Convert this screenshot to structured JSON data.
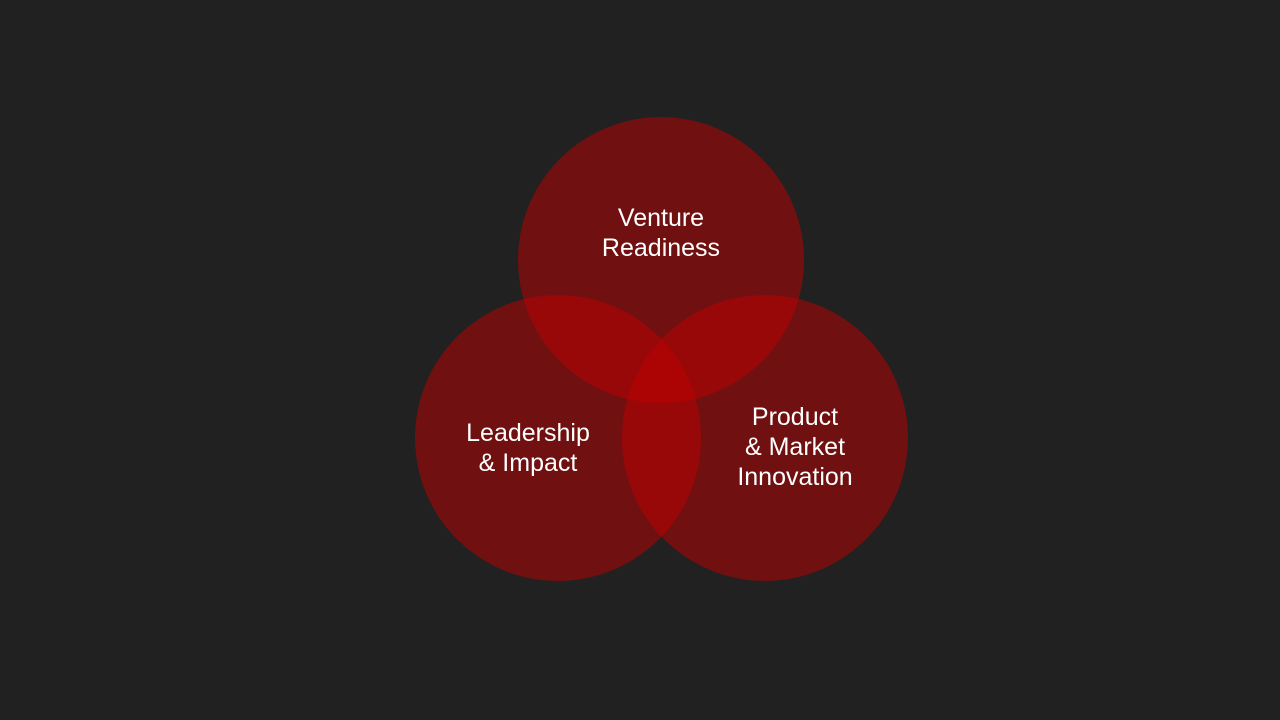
{
  "diagram": {
    "type": "venn",
    "background": "#212121",
    "circle_color": "#c00000",
    "circle_opacity": 0.5,
    "sets": [
      {
        "id": "venture",
        "lines": [
          "Venture",
          "Readiness"
        ]
      },
      {
        "id": "leadership",
        "lines": [
          "Leadership",
          "& Impact"
        ]
      },
      {
        "id": "product",
        "lines": [
          "Product",
          "& Market",
          "Innovation"
        ]
      }
    ]
  }
}
